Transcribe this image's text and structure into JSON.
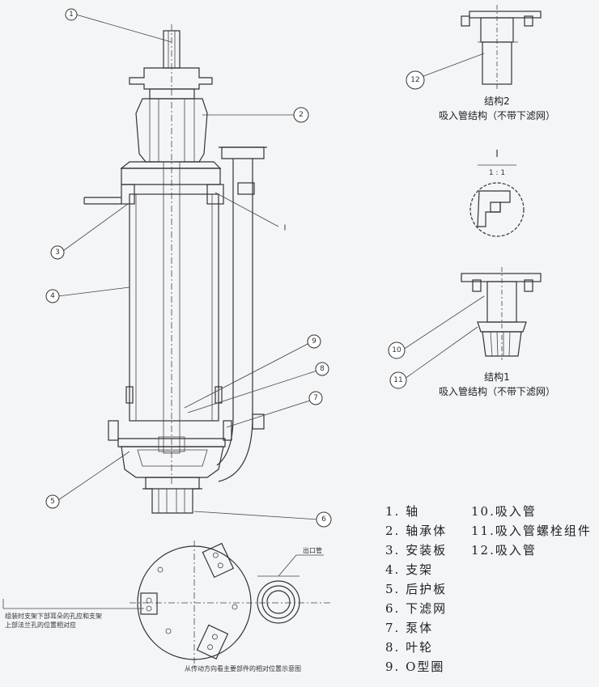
{
  "callouts": {
    "c1": "1",
    "c2": "2",
    "c3": "3",
    "c4": "4",
    "c5": "5",
    "c6": "6",
    "c7": "7",
    "c8": "8",
    "c9": "9",
    "c10": "10",
    "c11": "11",
    "c12": "12",
    "cI": "I"
  },
  "structure2": {
    "title": "结构2",
    "subtitle": "吸入管结构（不带下滤网）"
  },
  "detail": {
    "label": "I",
    "scale": "1 : 1"
  },
  "structure1": {
    "title": "结构1",
    "subtitle": "吸入管结构（不带下滤网）"
  },
  "bottom_view": {
    "outlet_label": "出口管",
    "note_line1": "组装时支架下部耳朵的孔应和支架",
    "note_line2": "上部法兰孔的位置相对应",
    "caption": "从传动方向看主要部件的相对位置示意图"
  },
  "legend_left": [
    "1.  轴",
    "2.  轴承体",
    "3.  安装板",
    "4.  支架",
    "5.  后护板",
    "6.  下滤网",
    "7.  泵体",
    "8.  叶轮",
    "9.  O型圈"
  ],
  "legend_right": [
    "10.吸入管",
    "11.吸入管螺栓组件",
    "12.吸入管"
  ]
}
